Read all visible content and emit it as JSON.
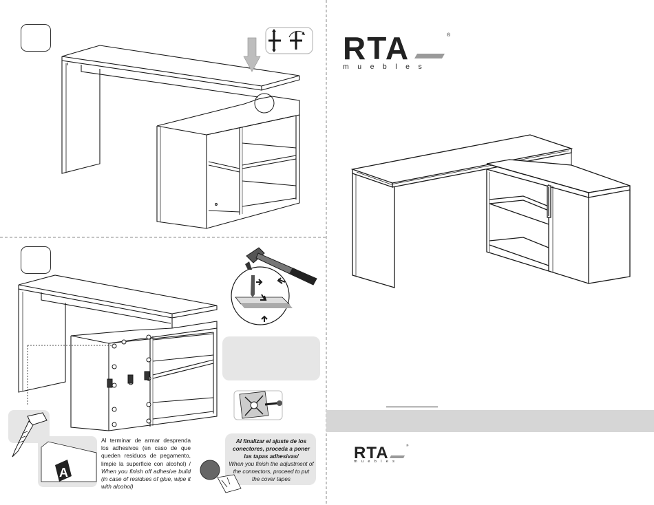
{
  "brand": {
    "name": "RTA",
    "subtitle": "muebles",
    "registered": "®"
  },
  "steps": [
    {
      "number": ""
    },
    {
      "number": ""
    }
  ],
  "instructions": {
    "finish_es": "Al terminar de armar desprenda los adhesivos (en caso de que queden residuos de pegamento, limpie la superficie con alcohol) /",
    "finish_en": "When you finish off adhesive build (in case of residues of glue, wipe it with alcohol)",
    "note_es": "Al finalizar el ajuste de los conectores, proceda a poner las tapas adhesivas/",
    "note_en": "When you finish the adjustment of the connectors, proceed to put the cover tapes"
  },
  "sticker_label": "A",
  "icons": [
    "hammer-icon",
    "drill-icon",
    "screwdriver-icon",
    "arrow-down-icon",
    "cam-lock-icon",
    "nail-icon",
    "sticker-icon",
    "cover-cap-icon"
  ],
  "colors": {
    "line": "#1a1a1a",
    "gray_box": "#e6e6e6",
    "band": "#d6d6d6",
    "arrow": "#bdbdbd",
    "logo_accent": "#9a9a9a"
  }
}
